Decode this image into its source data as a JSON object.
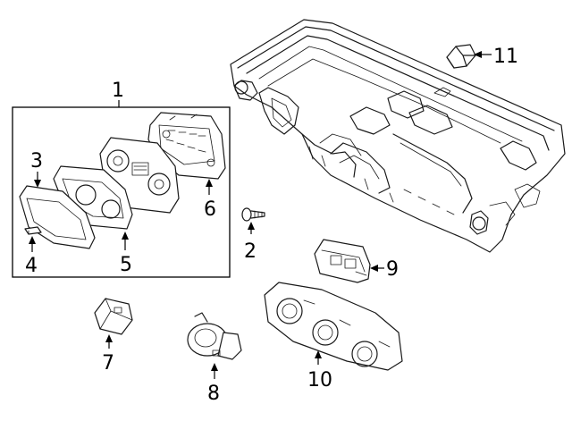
{
  "callouts": {
    "c1": "1",
    "c2": "2",
    "c3": "3",
    "c4": "4",
    "c5": "5",
    "c6": "6",
    "c7": "7",
    "c8": "8",
    "c9": "9",
    "c10": "10",
    "c11": "11"
  },
  "parts": [
    {
      "callout": "1",
      "icon": "instrument-cluster-assembly-group"
    },
    {
      "callout": "2",
      "icon": "screw-icon"
    },
    {
      "callout": "3",
      "icon": "cluster-lens-icon"
    },
    {
      "callout": "4",
      "icon": "clip-icon"
    },
    {
      "callout": "5",
      "icon": "cluster-bezel-icon"
    },
    {
      "callout": "6",
      "icon": "cluster-case-icon"
    },
    {
      "callout": "7",
      "icon": "switch-icon"
    },
    {
      "callout": "8",
      "icon": "ignition-switch-icon"
    },
    {
      "callout": "9",
      "icon": "control-module-icon"
    },
    {
      "callout": "10",
      "icon": "climate-control-panel-icon"
    },
    {
      "callout": "11",
      "icon": "sensor-icon"
    }
  ]
}
